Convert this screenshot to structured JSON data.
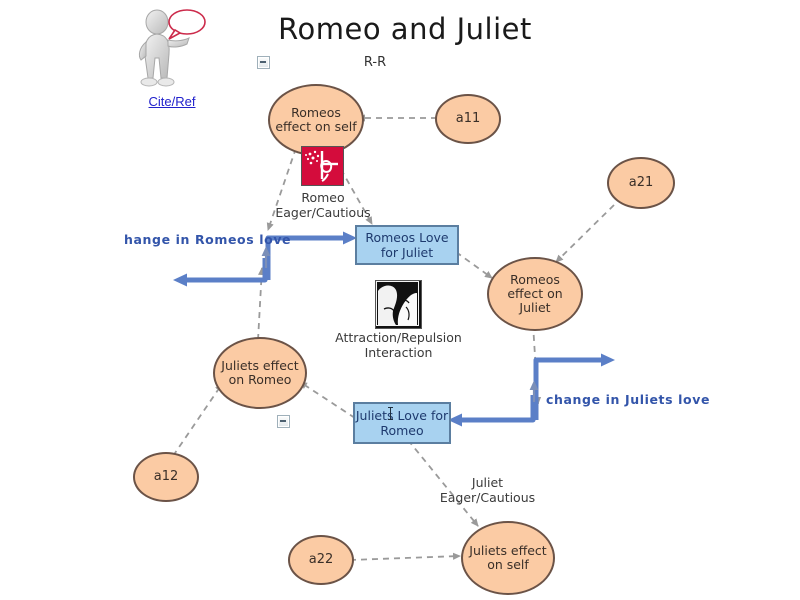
{
  "diagram": {
    "title": "Romeo and Juliet",
    "subtitle": "R-R",
    "cite_label": "Cite/Ref",
    "avatar_icon": "person-speech-bubble-icon"
  },
  "nodes": {
    "romeos_effect_self": "Romeos effect on self",
    "romeos_effect_juliet": "Romeos effect on Juliet",
    "juliets_effect_romeo": "Juliets effect on Romeo",
    "juliets_effect_self": "Juliets effect on self",
    "a11": "a11",
    "a21": "a21",
    "a12": "a12",
    "a22": "a22"
  },
  "stocks": {
    "romeos_love": "Romeos Love for Juliet",
    "juliets_love": "Juliets Love for Romeo"
  },
  "labels": {
    "romeo_eager": "Romeo Eager/Cautious",
    "juliet_eager": "Juliet Eager/Cautious",
    "attraction": "Attraction/Repulsion Interaction"
  },
  "flows": {
    "romeo_flow": "hange in Romeos love",
    "juliet_flow": "change in Juliets love"
  },
  "icons": {
    "collapse_top": "collapse-minus-icon",
    "collapse_mid": "collapse-minus-icon",
    "romeo_image": "romeo-red-artwork-icon",
    "attraction_image": "two-faces-bw-photo-icon",
    "text_caret": "text-cursor-icon"
  },
  "colors": {
    "node_fill": "#fbcba4",
    "node_stroke": "#6b5347",
    "stock_fill": "#a8d2f0",
    "stock_stroke": "#5b7ea0",
    "flow_blue": "#5b7fc7",
    "link_gray": "#9a9a9a",
    "link_text": "#2222cc",
    "flow_label": "#3355aa"
  }
}
